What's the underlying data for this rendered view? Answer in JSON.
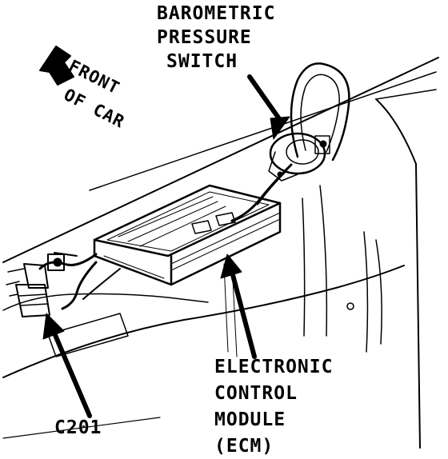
{
  "labels": {
    "baro_line1": "BAROMETRIC",
    "baro_line2": "PRESSURE",
    "baro_line3": "SWITCH",
    "front_line1": "FRONT",
    "front_line2": "OF CAR",
    "ecm_line1": "ELECTRONIC",
    "ecm_line2": "CONTROL",
    "ecm_line3": "MODULE",
    "ecm_line4": "(ECM)",
    "connector": "C201"
  },
  "colors": {
    "ink": "#000000",
    "paper": "#ffffff"
  }
}
